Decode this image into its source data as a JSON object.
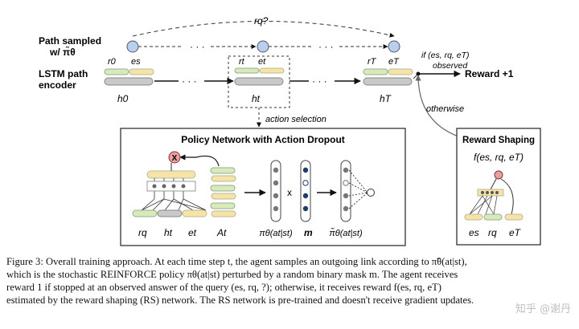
{
  "labels": {
    "path_sampled_1": "Path sampled",
    "path_sampled_2": "w/ π̃θ",
    "lstm_1": "LSTM path",
    "lstm_2": "encoder",
    "rq_query": "rq?",
    "dots": "· · ·",
    "r0": "r0",
    "e_s": "es",
    "rt": "rt",
    "et": "et",
    "rT": "rT",
    "eT": "eT",
    "h0": "h0",
    "ht": "ht",
    "hT": "hT",
    "if_line1": "if (es, rq, eT)",
    "if_line2": "observed",
    "reward": "Reward +1",
    "otherwise": "otherwise",
    "action_selection": "action selection",
    "policy_title": "Policy Network with Action Dropout",
    "x_mark": "X",
    "times": "x",
    "rq": "rq",
    "ht_b": "ht",
    "et_b": "et",
    "At": "At",
    "pi": "πθ(at|st)",
    "m": "m",
    "pi_tilde": "π̃θ(at|st)",
    "rs_title": "Reward Shaping",
    "rs_func": "f(es, rq, eT)",
    "rs_es": "es",
    "rs_rq": "rq",
    "rs_eT": "eT"
  },
  "caption": {
    "line1": "Figure 3: Overall training approach. At each time step t, the agent samples an outgoing link according to π̃θ(at|st),",
    "line2": "which is the stochastic REINFORCE policy πθ(at|st) perturbed by a random binary mask m. The agent receives",
    "line3": "reward 1 if stopped at an observed answer of the query (es, rq, ?); otherwise, it receives reward f(es, rq, eT)",
    "line4": "estimated by the reward shaping (RS) network. The RS network is pre-trained and doesn't receive gradient updates."
  },
  "watermark": "知乎 @谢丹",
  "colors": {
    "node_blue": "#b9cfee",
    "bar_yellow": "#f6e3a8",
    "bar_green": "#d8eab8",
    "bar_gray": "#c9c9c9",
    "x_red": "#e8a0a0"
  }
}
